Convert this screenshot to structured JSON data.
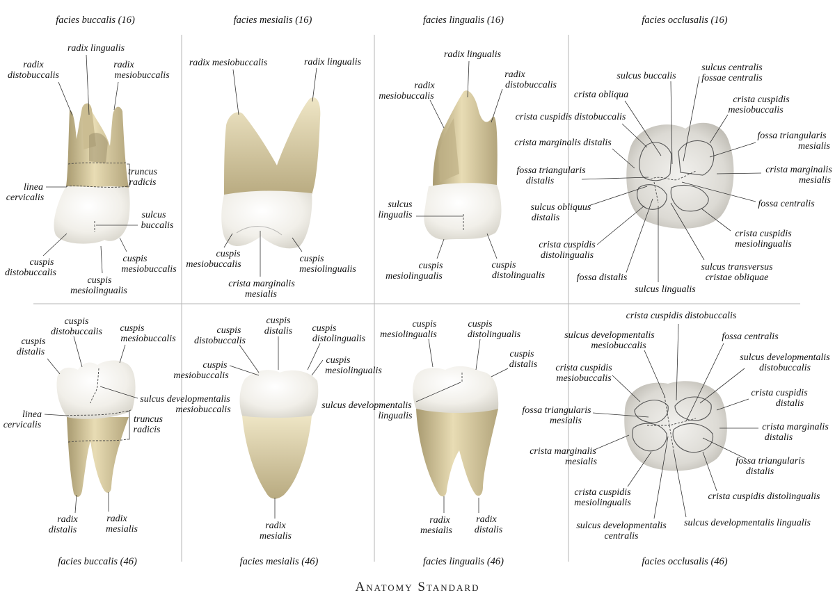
{
  "views": {
    "t1": "facies buccalis (16)",
    "t2": "facies mesialis (16)",
    "t3": "facies lingualis (16)",
    "t4": "facies occlusalis (16)",
    "b1": "facies buccalis (46)",
    "b2": "facies mesialis (46)",
    "b3": "facies lingualis (46)",
    "b4": "facies occlusalis (46)"
  },
  "brand": "Anatomy Standard",
  "labels": {
    "p1_radix_lingualis": "radix lingualis",
    "p1_radix_distobuccalis": [
      "radix",
      "distobuccalis"
    ],
    "p1_radix_mesiobuccalis": [
      "radix",
      "mesiobuccalis"
    ],
    "p1_truncus_radicis": [
      "truncus",
      "radicis"
    ],
    "p1_linea_cervicalis": [
      "linea",
      "cervicalis"
    ],
    "p1_sulcus_buccalis": [
      "sulcus",
      "buccalis"
    ],
    "p1_cuspis_distobuccalis": [
      "cuspis",
      "distobuccalis"
    ],
    "p1_cuspis_mesiobuccalis": [
      "cuspis",
      "mesiobuccalis"
    ],
    "p1_cuspis_mesiolingualis": [
      "cuspis",
      "mesiolingualis"
    ],
    "p2_radix_mesiobuccalis": "radix mesiobuccalis",
    "p2_radix_lingualis": "radix lingualis",
    "p2_cuspis_mesiobuccalis": [
      "cuspis",
      "mesiobuccalis"
    ],
    "p2_cuspis_mesiolingualis": [
      "cuspis",
      "mesiolingualis"
    ],
    "p2_crista_marginalis_mesialis": [
      "crista marginalis",
      "mesialis"
    ],
    "p3_radix_lingualis": "radix lingualis",
    "p3_radix_mesiobuccalis": [
      "radix",
      "mesiobuccalis"
    ],
    "p3_radix_distobuccalis": [
      "radix",
      "distobuccalis"
    ],
    "p3_sulcus_lingualis": [
      "sulcus",
      "lingualis"
    ],
    "p3_cuspis_mesiolingualis": [
      "cuspis",
      "mesiolingualis"
    ],
    "p3_cuspis_distolingualis": [
      "cuspis",
      "distolingualis"
    ],
    "p4_sulcus_buccalis": "sulcus buccalis",
    "p4_sulcus_centralis": [
      "sulcus centralis",
      "fossae centralis"
    ],
    "p4_crista_obliqua": "crista obliqua",
    "p4_crista_cuspidis_mesiobuccalis": [
      "crista cuspidis",
      "mesiobuccalis"
    ],
    "p4_crista_cuspidis_distobuccalis": "crista cuspidis distobuccalis",
    "p4_fossa_triangularis_mesialis": [
      "fossa triangularis",
      "mesialis"
    ],
    "p4_crista_marginalis_distalis": "crista marginalis distalis",
    "p4_crista_marginalis_mesialis": [
      "crista marginalis",
      "mesialis"
    ],
    "p4_fossa_triangularis_distalis": [
      "fossa triangularis",
      "distalis"
    ],
    "p4_fossa_centralis": "fossa centralis",
    "p4_sulcus_obliquus_distalis": [
      "sulcus obliquus",
      "distalis"
    ],
    "p4_crista_cuspidis_mesiolingualis": [
      "crista cuspidis",
      "mesiolingualis"
    ],
    "p4_crista_cuspidis_distolingualis": [
      "crista cuspidis",
      "distolingualis"
    ],
    "p4_fossa_distalis": "fossa distalis",
    "p4_sulcus_lingualis": "sulcus lingualis",
    "p4_sulcus_transversus": [
      "sulcus transversus",
      "cristae obliquae"
    ],
    "p5_cuspis_distobuccalis": [
      "cuspis",
      "distobuccalis"
    ],
    "p5_cuspis_distalis": [
      "cuspis",
      "distalis"
    ],
    "p5_cuspis_mesiobuccalis": [
      "cuspis",
      "mesiobuccalis"
    ],
    "p5_sulcus_dev_mesiobuccalis": [
      "sulcus developmentalis",
      "mesiobuccalis"
    ],
    "p5_linea_cervicalis": [
      "linea",
      "cervicalis"
    ],
    "p5_truncus_radicis": [
      "truncus",
      "radicis"
    ],
    "p5_radix_distalis": [
      "radix",
      "distalis"
    ],
    "p5_radix_mesialis": [
      "radix",
      "mesialis"
    ],
    "p6_cuspis_distobuccalis": [
      "cuspis",
      "distobuccalis"
    ],
    "p6_cuspis_distalis": [
      "cuspis",
      "distalis"
    ],
    "p6_cuspis_distolingualis": [
      "cuspis",
      "distolingualis"
    ],
    "p6_cuspis_mesiobuccalis": [
      "cuspis",
      "mesiobuccalis"
    ],
    "p6_cuspis_mesiolingualis": [
      "cuspis",
      "mesiolingualis"
    ],
    "p6_radix_mesialis": [
      "radix",
      "mesialis"
    ],
    "p7_cuspis_mesiolingualis": [
      "cuspis",
      "mesiolingualis"
    ],
    "p7_cuspis_distolingualis": [
      "cuspis",
      "distolingualis"
    ],
    "p7_cuspis_distalis": [
      "cuspis",
      "distalis"
    ],
    "p7_sulcus_dev_lingualis": [
      "sulcus developmentalis",
      "lingualis"
    ],
    "p7_radix_mesialis": [
      "radix",
      "mesialis"
    ],
    "p7_radix_distalis": [
      "radix",
      "distalis"
    ],
    "p8_crista_cuspidis_distobuccalis": "crista cuspidis distobuccalis",
    "p8_sulcus_dev_mesiobuccalis": [
      "sulcus developmentalis",
      "mesiobuccalis"
    ],
    "p8_fossa_centralis": "fossa centralis",
    "p8_sulcus_dev_distobuccalis": [
      "sulcus developmentalis",
      "distobuccalis"
    ],
    "p8_crista_cuspidis_mesiobuccalis": [
      "crista cuspidis",
      "mesiobuccalis"
    ],
    "p8_crista_cuspidis_distalis": [
      "crista cuspidis",
      "distalis"
    ],
    "p8_fossa_triangularis_mesialis": [
      "fossa triangularis",
      "mesialis"
    ],
    "p8_crista_marginalis_distalis": [
      "crista marginalis",
      "distalis"
    ],
    "p8_crista_marginalis_mesialis": [
      "crista marginalis",
      "mesialis"
    ],
    "p8_fossa_triangularis_distalis": [
      "fossa triangularis",
      "distalis"
    ],
    "p8_crista_cuspidis_mesiolingualis": [
      "crista cuspidis",
      "mesiolingualis"
    ],
    "p8_crista_cuspidis_distolingualis": "crista cuspidis distolingualis",
    "p8_sulcus_dev_centralis": [
      "sulcus developmentalis",
      "centralis"
    ],
    "p8_sulcus_dev_lingualis": "sulcus developmentalis lingualis"
  }
}
